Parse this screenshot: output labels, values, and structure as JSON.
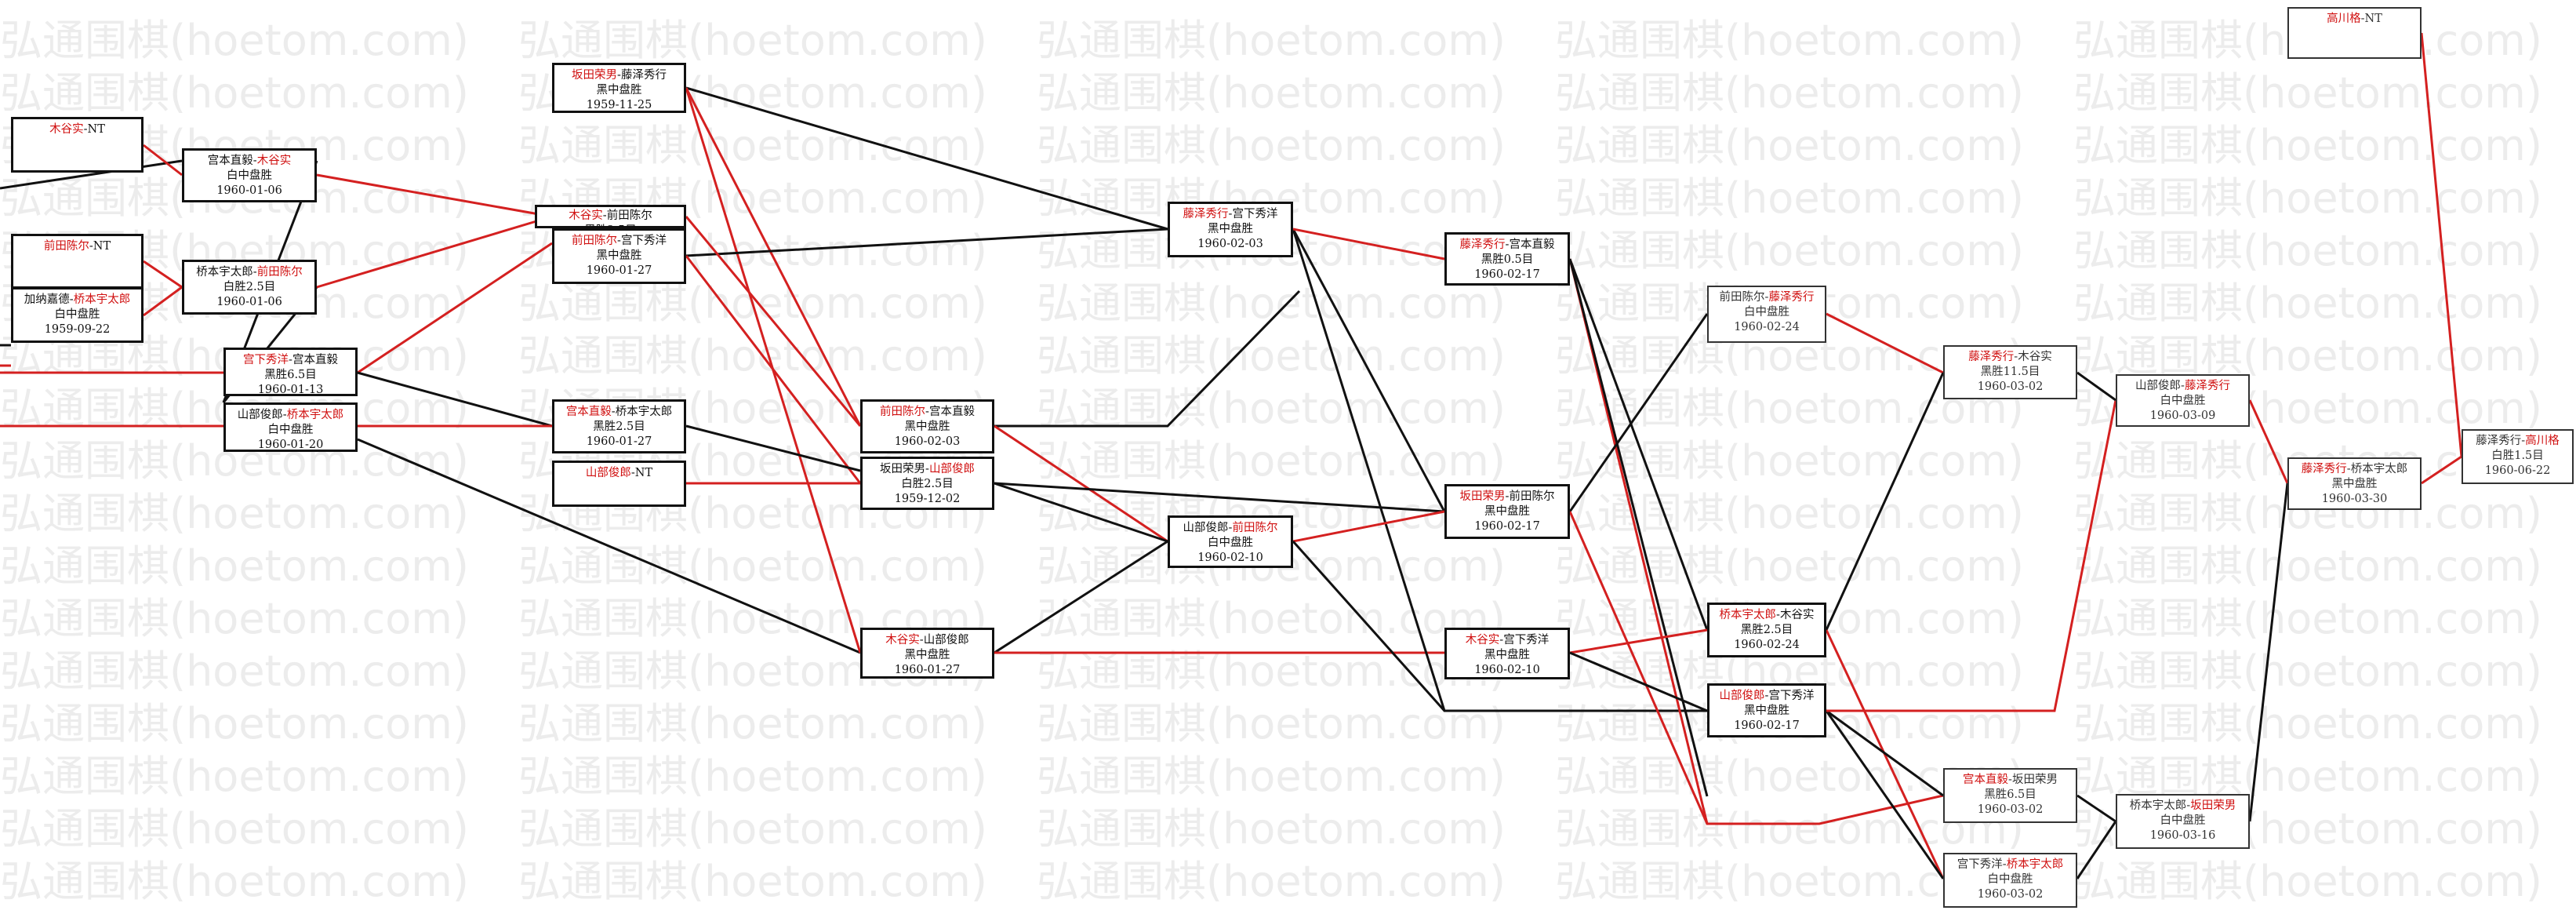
{
  "watermark": "弘通围棋(hoetom.com)",
  "colors": {
    "winner": "#d01010",
    "line_win": "#d42020",
    "line_loss": "#111111"
  },
  "games": {
    "g1": {
      "black": "木谷实",
      "white": "NT",
      "result": "",
      "date": "",
      "winner": "black"
    },
    "g2": {
      "black": "宫本直毅",
      "white": "木谷实",
      "result": "白中盘胜",
      "date": "1960-01-06",
      "winner": "white"
    },
    "g3": {
      "black": "前田陈尔",
      "white": "NT",
      "result": "",
      "date": "",
      "winner": "black"
    },
    "g4": {
      "black": "桥本宇太郎",
      "white": "前田陈尔",
      "result": "白胜2.5目",
      "date": "1960-01-06",
      "winner": "white"
    },
    "g5": {
      "black": "加纳嘉德",
      "white": "桥本宇太郎",
      "result": "白中盘胜",
      "date": "1959-09-22",
      "winner": "white"
    },
    "g6": {
      "black": "宫下秀洋",
      "white": "宫本直毅",
      "result": "黑胜6.5目",
      "date": "1960-01-13",
      "winner": "black"
    },
    "g7": {
      "black": "山部俊郎",
      "white": "桥本宇太郎",
      "result": "白中盘胜",
      "date": "1960-01-20",
      "winner": "white"
    },
    "g8": {
      "black": "坂田荣男",
      "white": "藤泽秀行",
      "result": "黑中盘胜",
      "date": "1959-11-25",
      "winner": "black"
    },
    "g9": {
      "black": "木谷实",
      "white": "前田陈尔",
      "result": "黑胜2.5目",
      "date": "",
      "winner": "black"
    },
    "g9b": {
      "black": "前田陈尔",
      "white": "宫下秀洋",
      "result": "黑中盘胜",
      "date": "1960-01-27",
      "winner": "black"
    },
    "g10": {
      "black": "宫本直毅",
      "white": "桥本宇太郎",
      "result": "黑胜2.5目",
      "date": "1960-01-27",
      "winner": "black"
    },
    "g11": {
      "black": "山部俊郎",
      "white": "NT",
      "result": "",
      "date": "",
      "winner": "black"
    },
    "g12": {
      "black": "前田陈尔",
      "white": "宫本直毅",
      "result": "黑中盘胜",
      "date": "1960-02-03",
      "winner": "black"
    },
    "g13": {
      "black": "坂田荣男",
      "white": "山部俊郎",
      "result": "白胜2.5目",
      "date": "1959-12-02",
      "winner": "white"
    },
    "g14": {
      "black": "木谷实",
      "white": "山部俊郎",
      "result": "黑中盘胜",
      "date": "1960-01-27",
      "winner": "black"
    },
    "g15": {
      "black": "藤泽秀行",
      "white": "宫下秀洋",
      "result": "黑中盘胜",
      "date": "1960-02-03",
      "winner": "black"
    },
    "g16": {
      "black": "山部俊郎",
      "white": "前田陈尔",
      "result": "白中盘胜",
      "date": "1960-02-10",
      "winner": "white"
    },
    "g17": {
      "black": "藤泽秀行",
      "white": "宫本直毅",
      "result": "黑胜0.5目",
      "date": "1960-02-17",
      "winner": "black"
    },
    "g18": {
      "black": "坂田荣男",
      "white": "前田陈尔",
      "result": "黑中盘胜",
      "date": "1960-02-17",
      "winner": "black"
    },
    "g19": {
      "black": "木谷实",
      "white": "宫下秀洋",
      "result": "黑中盘胜",
      "date": "1960-02-10",
      "winner": "black"
    },
    "g20": {
      "black": "前田陈尔",
      "white": "藤泽秀行",
      "result": "白中盘胜",
      "date": "1960-02-24",
      "winner": "white"
    },
    "g21": {
      "black": "桥本宇太郎",
      "white": "木谷实",
      "result": "黑胜2.5目",
      "date": "1960-02-24",
      "winner": "black"
    },
    "g22": {
      "black": "山部俊郎",
      "white": "宫下秀洋",
      "result": "黑中盘胜",
      "date": "1960-02-17",
      "winner": "black"
    },
    "g23": {
      "black": "藤泽秀行",
      "white": "木谷实",
      "result": "黑胜11.5目",
      "date": "1960-03-02",
      "winner": "black"
    },
    "g24": {
      "black": "宫本直毅",
      "white": "坂田荣男",
      "result": "黑胜6.5目",
      "date": "1960-03-02",
      "winner": "black"
    },
    "g25": {
      "black": "宫下秀洋",
      "white": "桥本宇太郎",
      "result": "白中盘胜",
      "date": "1960-03-02",
      "winner": "white"
    },
    "g26": {
      "black": "山部俊郎",
      "white": "藤泽秀行",
      "result": "白中盘胜",
      "date": "1960-03-09",
      "winner": "white"
    },
    "g27": {
      "black": "桥本宇太郎",
      "white": "坂田荣男",
      "result": "白中盘胜",
      "date": "1960-03-16",
      "winner": "white"
    },
    "g28": {
      "black": "藤泽秀行",
      "white": "桥本宇太郎",
      "result": "黑中盘胜",
      "date": "1960-03-30",
      "winner": "black"
    },
    "g29": {
      "black": "高川格",
      "white": "NT",
      "result": "",
      "date": "",
      "winner": "black"
    },
    "g30": {
      "black": "藤泽秀行",
      "white": "高川格",
      "result": "白胜1.5目",
      "date": "1960-06-22",
      "winner": "white"
    }
  }
}
